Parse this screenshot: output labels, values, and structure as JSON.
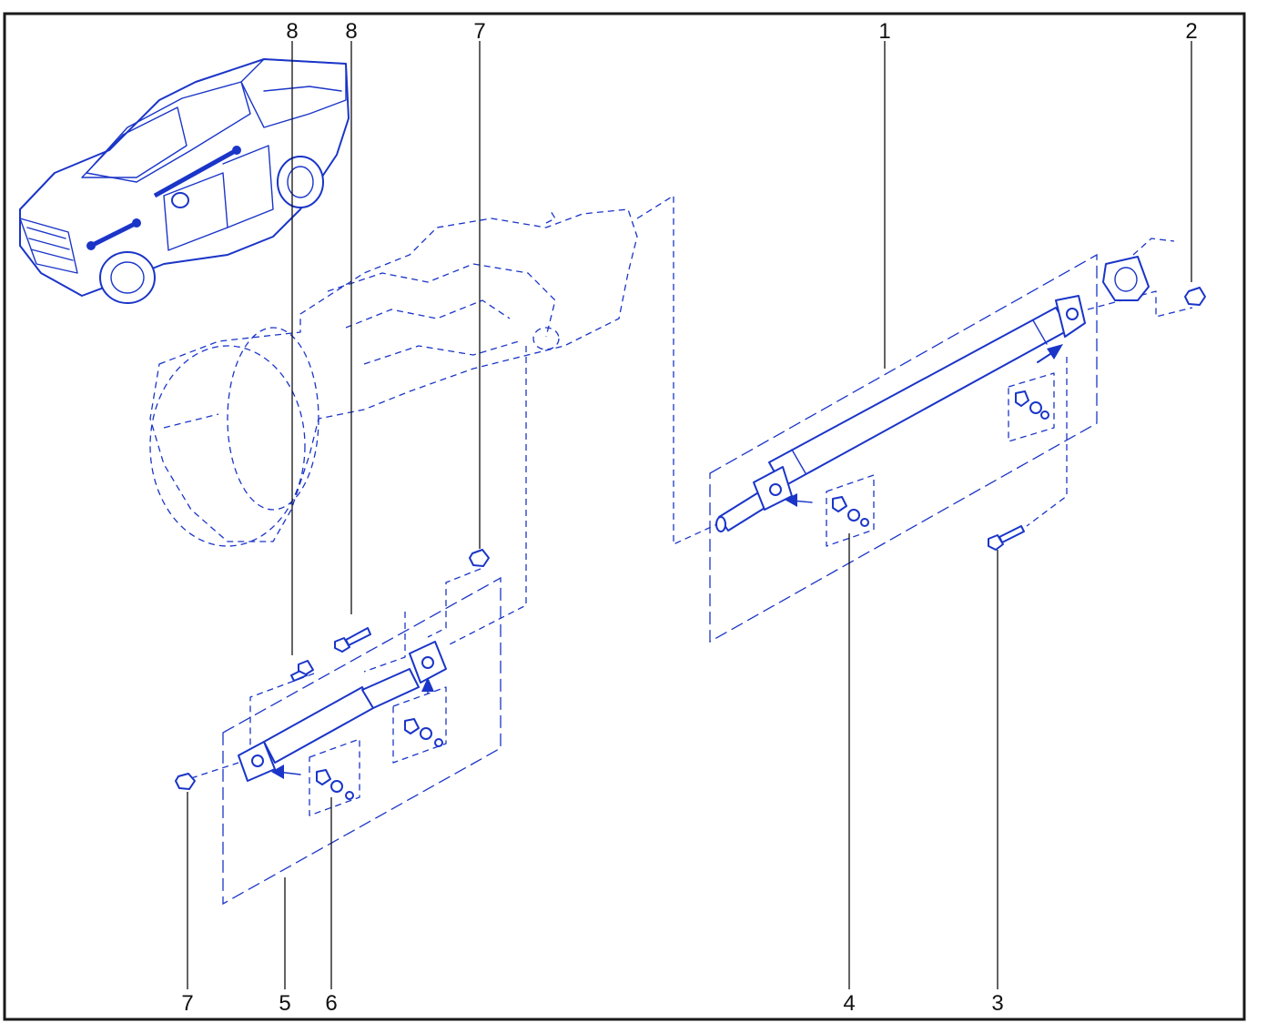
{
  "callouts": {
    "top": [
      "8",
      "8",
      "7",
      "1",
      "2"
    ],
    "bottom": [
      "7",
      "5",
      "6",
      "4",
      "3"
    ]
  },
  "colors": {
    "line_art": "#1a35c8",
    "frame": "#1a1a1a",
    "callout_text": "#111111"
  },
  "components": {
    "vehicle": "pickup-truck-locator-icon",
    "transmission": "transmission-outline",
    "rear_shaft": "rear-propeller-shaft",
    "front_shaft": "front-propeller-shaft",
    "joint_kits": "universal-joint-kit-icon"
  }
}
